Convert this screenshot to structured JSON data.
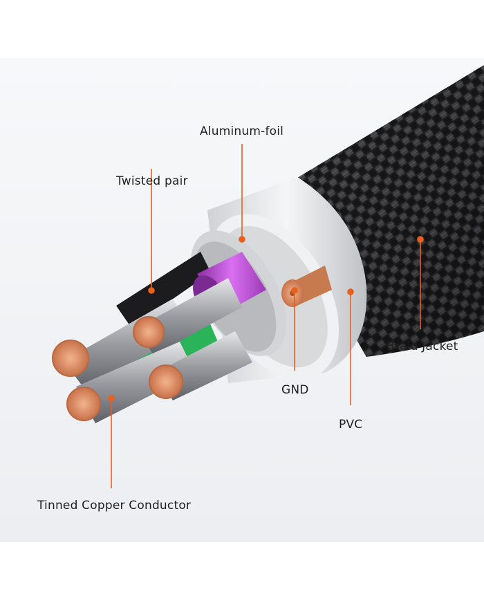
{
  "labels": {
    "aluminum_foil": "Aluminum-foil",
    "twisted_pair": "Twisted pair",
    "braid_jacket": "Braid Jacket",
    "gnd": "GND",
    "pvc": "PVC",
    "tinned_copper_conductor": "Tinned Copper Conductor"
  },
  "colors": {
    "leader_line": "#e8601c",
    "background_top": "#f4f5f7",
    "braid_jacket": "#2b2b2d",
    "pvc_sheath": "#e9eaec",
    "foil_purple": "#b04fc8",
    "twisted_pair_black": "#1c1c1e",
    "twisted_pair_green": "#2bb35a",
    "copper": "#d98a5b"
  }
}
